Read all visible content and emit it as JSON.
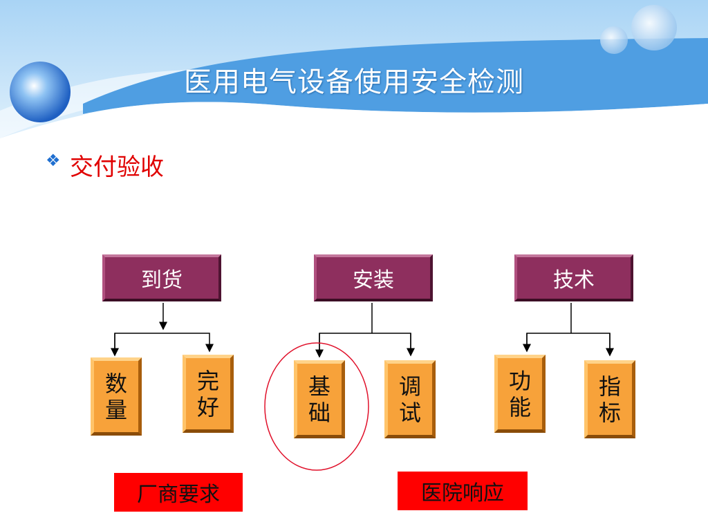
{
  "slide": {
    "title": "医用电气设备使用安全检测",
    "bullet_symbol": "❖",
    "subtitle": "交付验收"
  },
  "diagram": {
    "groups": [
      {
        "head": "到货",
        "leaves": [
          "数\n量",
          "完\n好"
        ]
      },
      {
        "head": "安装",
        "leaves": [
          "基\n础",
          "调\n试"
        ]
      },
      {
        "head": "技术",
        "leaves": [
          "功\n能",
          "指\n标"
        ]
      }
    ],
    "highlighted_leaf": "基\n础",
    "notes": [
      "厂商要求",
      "医院响应"
    ]
  },
  "colors": {
    "banner_blue": "#5aa7e6",
    "head_box": "#8e2f5e",
    "leaf_box": "#f7a23a",
    "note_box": "#ff0000",
    "subtitle": "#e00000",
    "highlight_circle": "#e0102a"
  }
}
